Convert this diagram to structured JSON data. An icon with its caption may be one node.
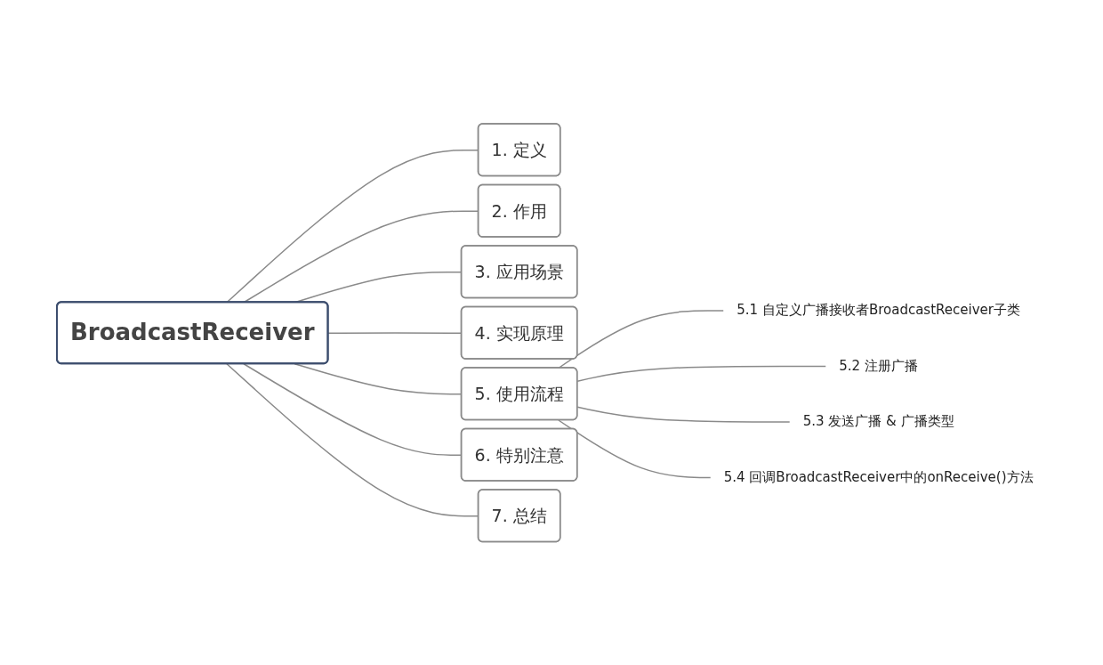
{
  "diagram": {
    "nodes": [
      {
        "text": [
          "BroadcastReceiver"
        ]
      },
      {
        "text": [
          "1. 定义"
        ]
      },
      {
        "text": [
          "2. 作用"
        ]
      },
      {
        "text": [
          "3. 应用场景"
        ]
      },
      {
        "text": [
          "4. 实现原理"
        ]
      },
      {
        "text": [
          "5. 使用流程"
        ]
      },
      {
        "text": [
          "6. 特别注意"
        ]
      },
      {
        "text": [
          "7. 总结"
        ]
      },
      {
        "text": [
          "5.1 自定义广播接收者BroadcastReceiver子类"
        ]
      },
      {
        "text": [
          "5.2 注册广播"
        ]
      },
      {
        "text": [
          "5.3 发送广播 & 广播类型"
        ]
      },
      {
        "text": [
          "5.4 回调BroadcastReceiver中的onReceive()方法"
        ]
      }
    ],
    "edges": [
      {
        "from": 0,
        "to": 1,
        "arrow": "none"
      },
      {
        "from": 0,
        "to": 2,
        "arrow": "none"
      },
      {
        "from": 0,
        "to": 3,
        "arrow": "none"
      },
      {
        "from": 0,
        "to": 4,
        "arrow": "none"
      },
      {
        "from": 0,
        "to": 5,
        "arrow": "none"
      },
      {
        "from": 0,
        "to": 6,
        "arrow": "none"
      },
      {
        "from": 0,
        "to": 7,
        "arrow": "none"
      },
      {
        "from": 5,
        "to": 8,
        "arrow": "none"
      },
      {
        "from": 5,
        "to": 9,
        "arrow": "none"
      },
      {
        "from": 5,
        "to": 10,
        "arrow": "none"
      },
      {
        "from": 5,
        "to": 11,
        "arrow": "none"
      }
    ]
  }
}
